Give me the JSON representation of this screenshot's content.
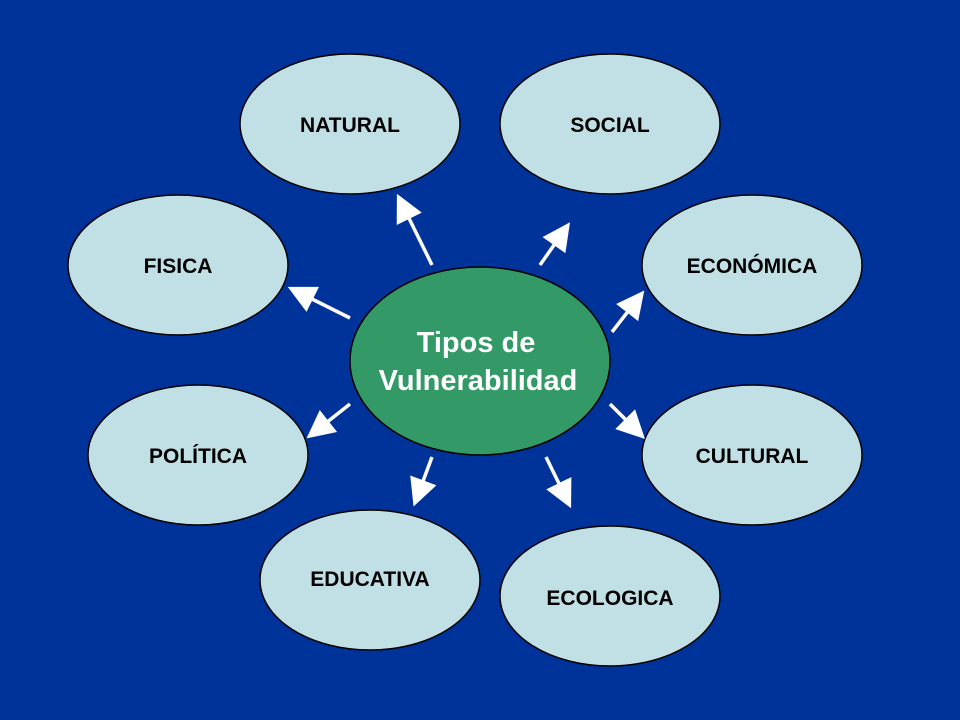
{
  "colors": {
    "background": "#003399",
    "node_fill": "#c0e0e6",
    "center_fill": "#339966",
    "arrow": "#ffffff",
    "outline": "#000000"
  },
  "center": {
    "line1": "Tipos de",
    "line2": "Vulnerabilidad"
  },
  "nodes": [
    {
      "id": "natural",
      "label": "NATURAL"
    },
    {
      "id": "social",
      "label": "SOCIAL"
    },
    {
      "id": "fisica",
      "label": "FISICA"
    },
    {
      "id": "economica",
      "label": "ECONÓMICA"
    },
    {
      "id": "politica",
      "label": "POLÍTICA"
    },
    {
      "id": "cultural",
      "label": "CULTURAL"
    },
    {
      "id": "educativa",
      "label": "EDUCATIVA"
    },
    {
      "id": "ecologica",
      "label": "ECOLOGICA"
    }
  ]
}
